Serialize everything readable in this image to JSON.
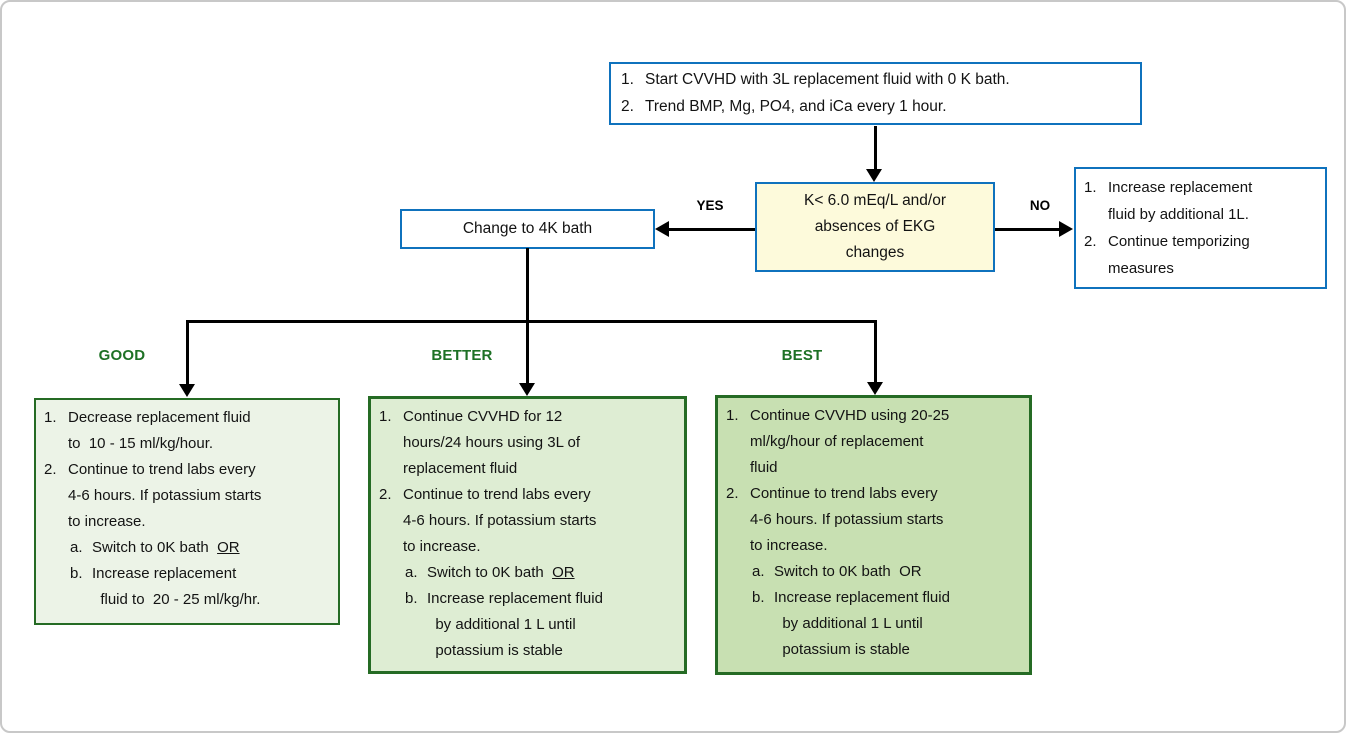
{
  "colors": {
    "blue_border": "#0f72bd",
    "green_border": "#256b24",
    "tier_label_green": "#1e7125",
    "decision_fill": "#fdfadb",
    "good_fill": "#ecf3e7",
    "better_fill": "#deedd3",
    "best_fill": "#c8e0b2",
    "connector": "#000000",
    "frame_border": "#c8c8c8"
  },
  "flowchart": {
    "start_box": {
      "items": [
        {
          "marker": "1.",
          "segments": [
            {
              "text": "Start CVVHD with 3L replacement fluid with 0 K bath."
            }
          ]
        },
        {
          "marker": "2.",
          "segments": [
            {
              "text": "Trend BMP, Mg, PO4, and iCa every 1 hour."
            }
          ]
        }
      ]
    },
    "decision_box": {
      "text": "K< 6.0 mEq/L and/or\nabsences of EKG\nchanges"
    },
    "edge_labels": {
      "yes": "YES",
      "no": "NO"
    },
    "yes_box": {
      "label": "Change to 4K bath"
    },
    "no_box": {
      "items": [
        {
          "marker": "1.",
          "segments": [
            {
              "text": "Increase replacement\nfluid by additional 1L."
            }
          ]
        },
        {
          "marker": "2.",
          "segments": [
            {
              "text": "Continue temporizing\nmeasures"
            }
          ]
        }
      ]
    },
    "tiers": [
      {
        "label": "GOOD",
        "items": [
          {
            "marker": "1.",
            "segments": [
              {
                "text": "Decrease replacement fluid\nto  10 - 15 ml/kg/hour."
              }
            ]
          },
          {
            "marker": "2.",
            "segments": [
              {
                "text": "Continue to trend labs every\n4-6 hours. If potassium starts\nto increase."
              }
            ]
          },
          {
            "marker": "a.",
            "sub": true,
            "segments": [
              {
                "text": "Switch to 0K bath  "
              },
              {
                "text": "OR",
                "underline": true
              }
            ]
          },
          {
            "marker": "b.",
            "sub": true,
            "segments": [
              {
                "text": "Increase replacement\n  fluid to  20 - 25 ml/kg/hr."
              }
            ]
          }
        ]
      },
      {
        "label": "BETTER",
        "items": [
          {
            "marker": "1.",
            "segments": [
              {
                "text": "Continue CVVHD for 12\nhours/24 hours using 3L of\nreplacement fluid"
              }
            ]
          },
          {
            "marker": "2.",
            "segments": [
              {
                "text": "Continue to trend labs every\n4-6 hours. If potassium starts\nto increase."
              }
            ]
          },
          {
            "marker": "a.",
            "sub": true,
            "segments": [
              {
                "text": "Switch to 0K bath  "
              },
              {
                "text": "OR",
                "underline": true
              }
            ]
          },
          {
            "marker": "b.",
            "sub": true,
            "segments": [
              {
                "text": "Increase replacement fluid\n  by additional 1 L until\n  potassium is stable"
              }
            ]
          }
        ]
      },
      {
        "label": "BEST",
        "items": [
          {
            "marker": "1.",
            "segments": [
              {
                "text": "Continue CVVHD using 20-25\nml/kg/hour of replacement\nfluid"
              }
            ]
          },
          {
            "marker": "2.",
            "segments": [
              {
                "text": "Continue to trend labs every\n4-6 hours. If potassium starts\nto increase."
              }
            ]
          },
          {
            "marker": "a.",
            "sub": true,
            "segments": [
              {
                "text": "Switch to 0K bath  OR"
              }
            ]
          },
          {
            "marker": "b.",
            "sub": true,
            "segments": [
              {
                "text": "Increase replacement fluid\n  by additional 1 L until\n  potassium is stable"
              }
            ]
          }
        ]
      }
    ]
  }
}
